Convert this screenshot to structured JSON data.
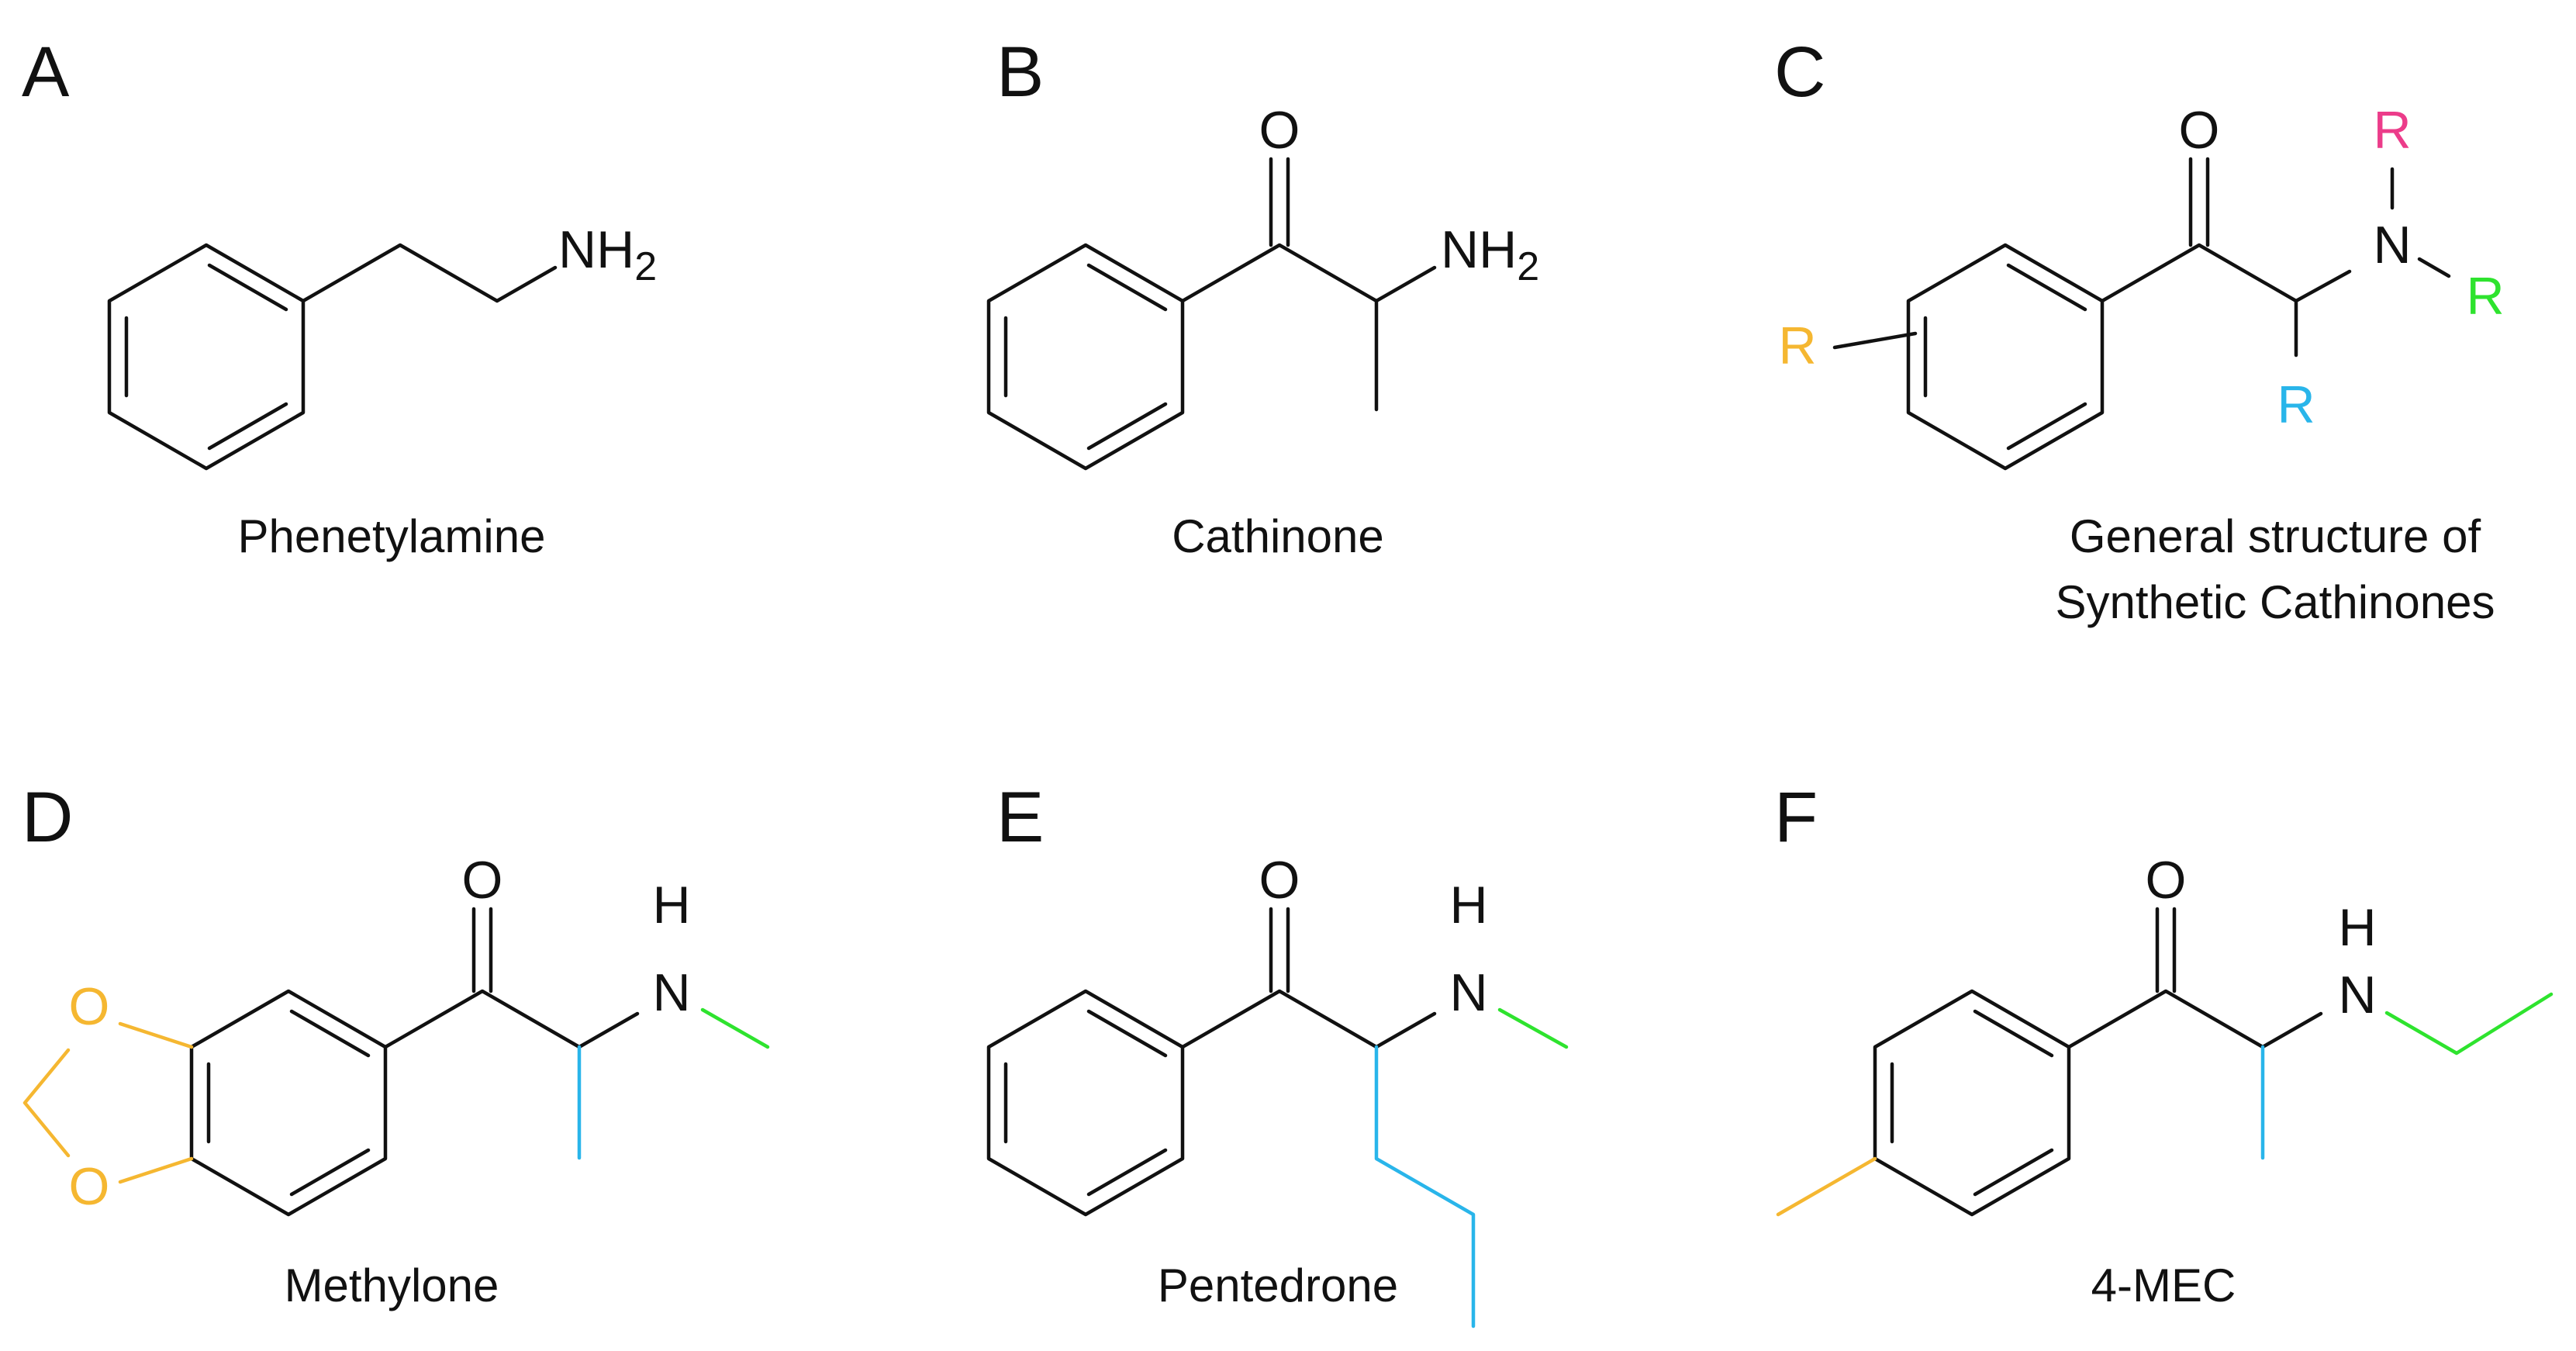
{
  "colors": {
    "ink": "#111111",
    "ring_substituent": "#f5b731",
    "alpha_substituent": "#29b5ea",
    "nitrogen_substituent_1": "#2ee32e",
    "nitrogen_substituent_2": "#ec3c8a"
  },
  "panels": [
    {
      "letter": "A",
      "caption": "Phenetylamine"
    },
    {
      "letter": "B",
      "caption": "Cathinone"
    },
    {
      "letter": "C",
      "caption_line1": "General structure of",
      "caption_line2": "Synthetic Cathinones"
    },
    {
      "letter": "D",
      "caption": "Methylone"
    },
    {
      "letter": "E",
      "caption": "Pentedrone"
    },
    {
      "letter": "F",
      "caption": "4-MEC"
    }
  ],
  "atoms": {
    "oxygen": "O",
    "nitrogen": "N",
    "hydrogen": "H",
    "amine_nh": "NH",
    "amine_subscript": "2",
    "r_group": "R"
  }
}
